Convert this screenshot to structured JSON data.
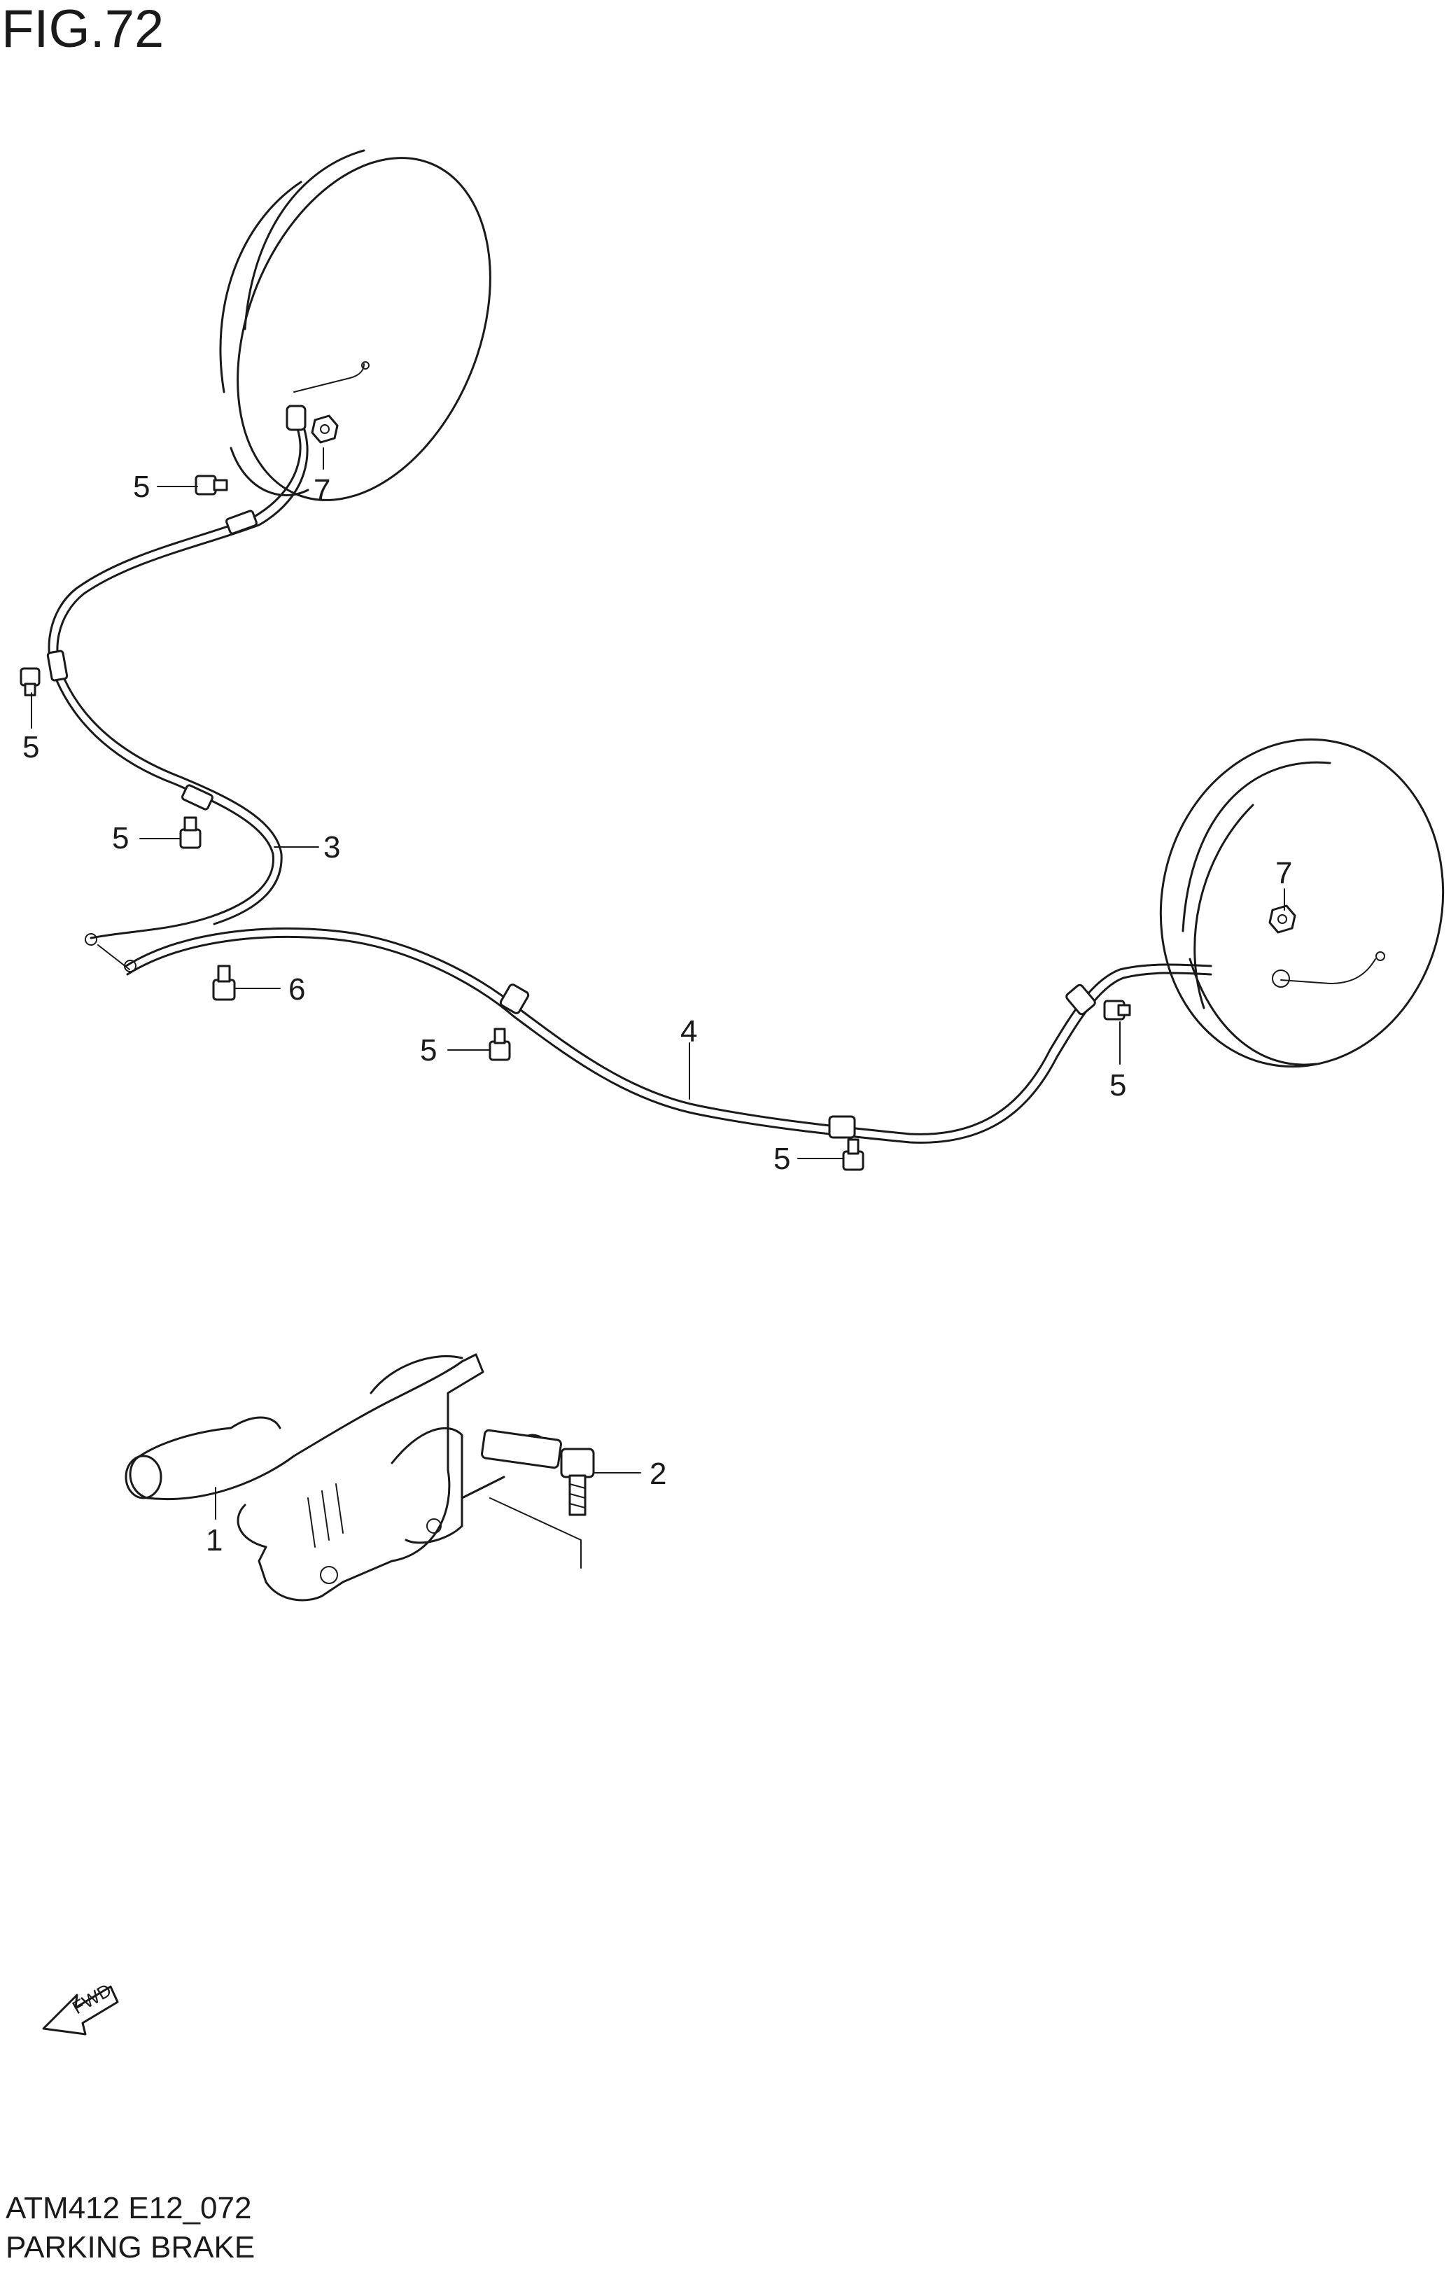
{
  "figure": {
    "title": "FIG.72",
    "code": "ATM412 E12_072",
    "name": "PARKING BRAKE"
  },
  "fwd_arrow": {
    "label": "FWD"
  },
  "callouts": [
    {
      "id": "c5a",
      "label": "5"
    },
    {
      "id": "c7a",
      "label": "7"
    },
    {
      "id": "c5b",
      "label": "5"
    },
    {
      "id": "c5c",
      "label": "5"
    },
    {
      "id": "c3",
      "label": "3"
    },
    {
      "id": "c6",
      "label": "6"
    },
    {
      "id": "c5d",
      "label": "5"
    },
    {
      "id": "c4",
      "label": "4"
    },
    {
      "id": "c7b",
      "label": "7"
    },
    {
      "id": "c5e",
      "label": "5"
    },
    {
      "id": "c5f",
      "label": "5"
    },
    {
      "id": "c2",
      "label": "2"
    },
    {
      "id": "c1",
      "label": "1"
    }
  ]
}
